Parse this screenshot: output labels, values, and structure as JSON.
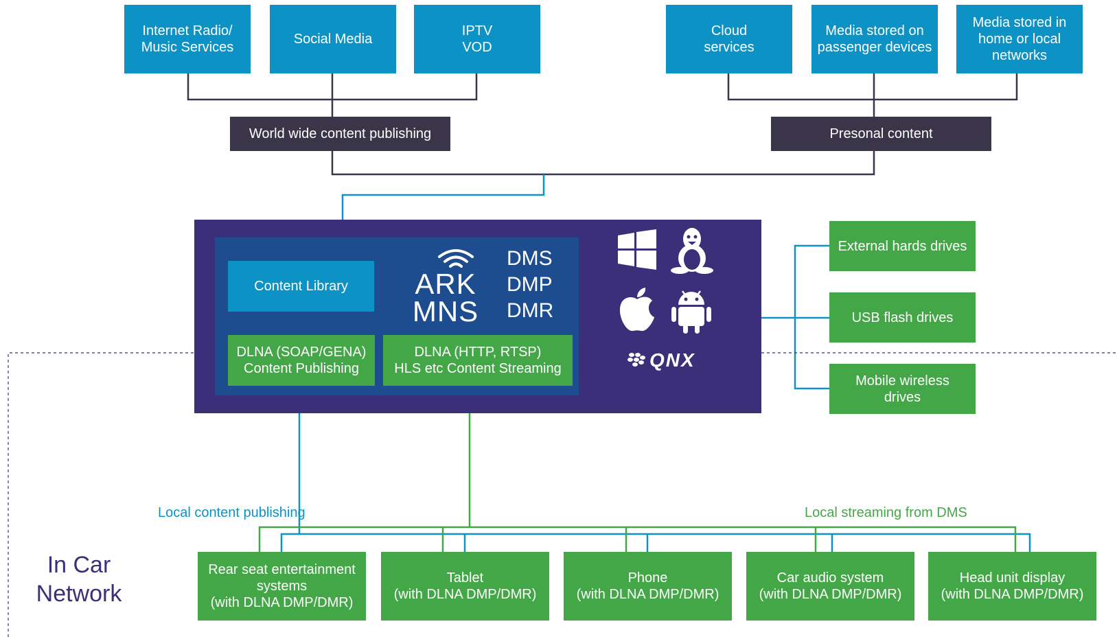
{
  "sources": {
    "internet_radio": "Internet Radio/\nMusic Services",
    "social_media": "Social Media",
    "iptv": "IPTV\nVOD",
    "cloud": "Cloud\nservices",
    "passenger_devices": "Media stored on\npassenger devices",
    "home_networks": "Media stored in\nhome or local\nnetworks"
  },
  "hubs": {
    "world_wide": "World wide content publishing",
    "personal": "Presonal content"
  },
  "server": {
    "content_library": "Content Library",
    "ark_line1": "ARK",
    "ark_line2": "MNS",
    "roles": [
      "DMS",
      "DMP",
      "DMR"
    ],
    "dlna_publishing": "DLNA (SOAP/GENA)\nContent Publishing",
    "dlna_streaming": "DLNA (HTTP, RTSP)\nHLS etc Content Streaming",
    "os_icons": [
      "windows-icon",
      "linux-icon",
      "apple-icon",
      "android-icon"
    ],
    "qnx_logo": "QNX"
  },
  "storage": {
    "external_drives": "External hards drives",
    "usb_drives": "USB flash drives",
    "mobile_drives": "Mobile wireless\ndrives"
  },
  "labels": {
    "local_publishing": "Local content publishing",
    "local_streaming": "Local streaming from DMS",
    "in_car": "In Car\nNetwork"
  },
  "devices": [
    "Rear seat entertainment\nsystems\n(with DLNA DMP/DMR)",
    "Tablet\n(with DLNA DMP/DMR)",
    "Phone\n(with DLNA DMP/DMR)",
    "Car audio system\n(with DLNA DMP/DMR)",
    "Head unit display\n(with DLNA DMP/DMR)"
  ],
  "colors": {
    "blue": "#0c92c4",
    "dark": "#3a3549",
    "green": "#44a747",
    "panel": "#3b2f7a",
    "inner": "#1d4d8e",
    "line_dark": "#3a3549"
  }
}
